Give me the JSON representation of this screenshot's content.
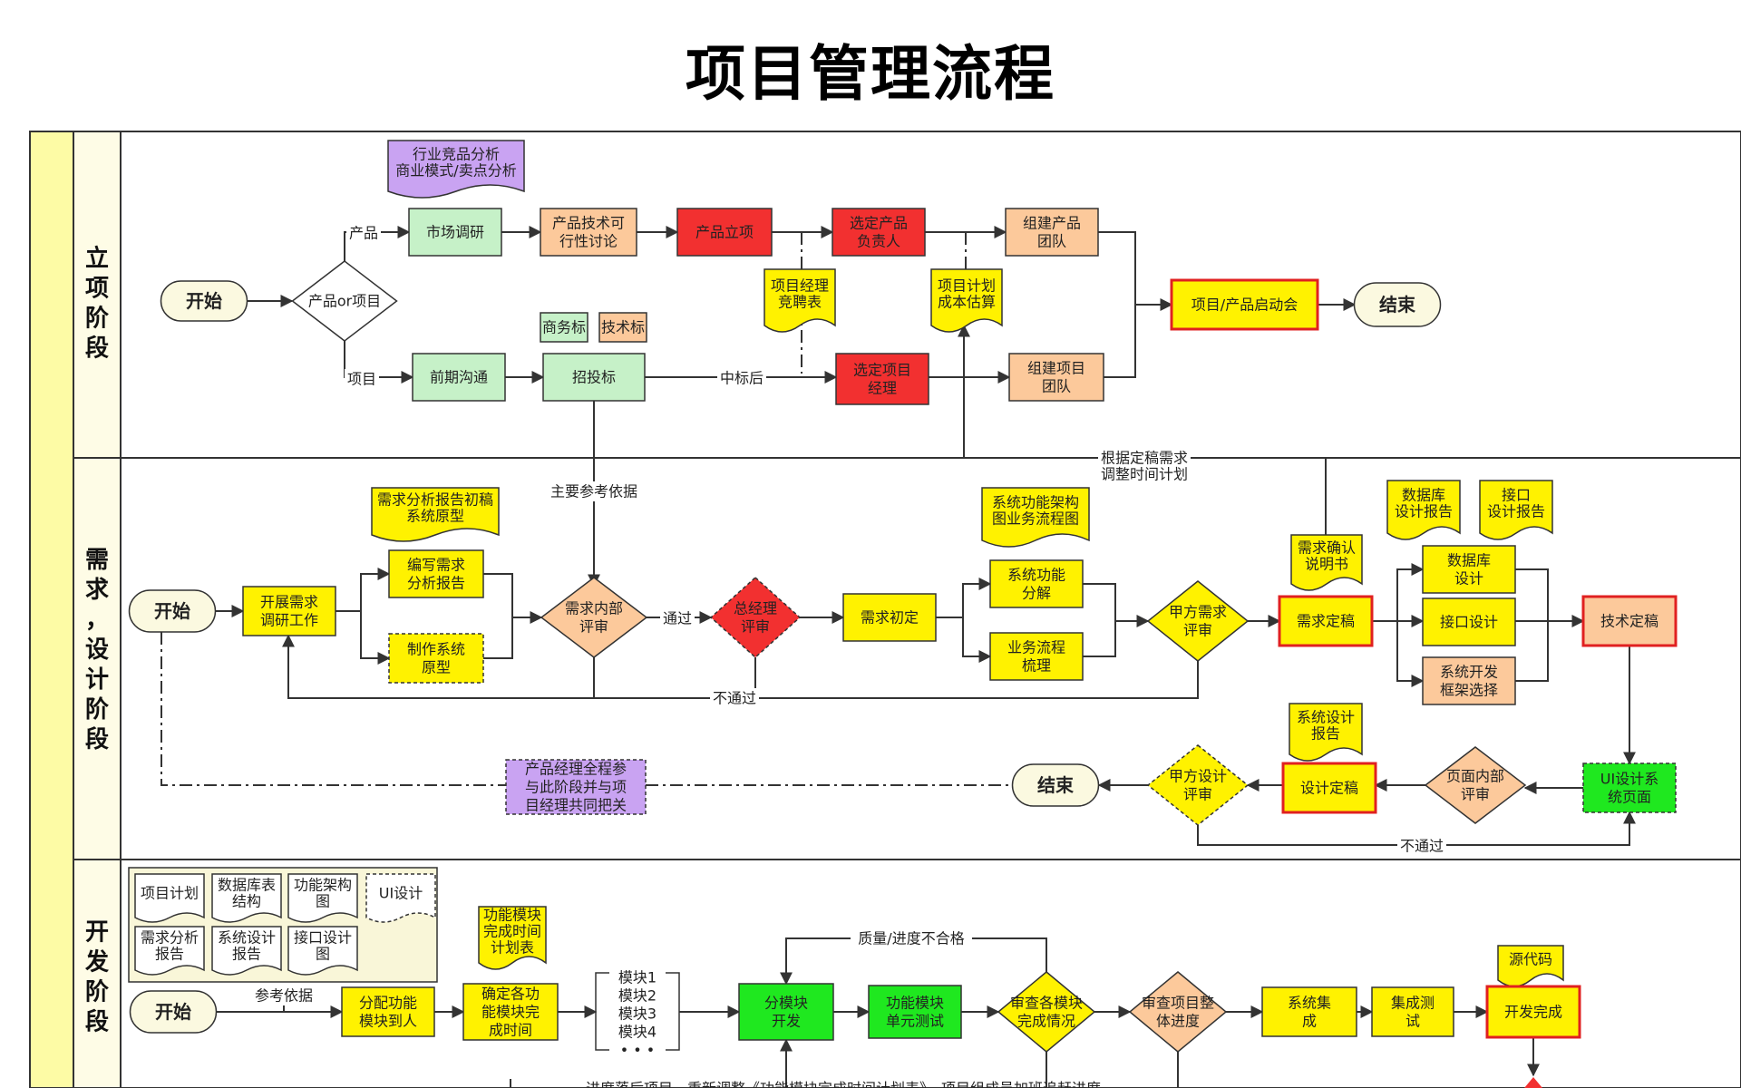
{
  "title": "项目管理流程",
  "lanes": {
    "stage1": [
      "立",
      "项",
      "阶",
      "段"
    ],
    "stage2": [
      "需",
      "求",
      "，",
      "设",
      "计",
      "阶",
      "段"
    ],
    "stage3": [
      "开",
      "发",
      "阶",
      "段"
    ]
  },
  "colors": {
    "green_light": "#c6f1c8",
    "peach": "#fcc99b",
    "red": "#f23030",
    "yellow": "#fff200",
    "purple": "#c9a3f2",
    "bright_green": "#1fe81f",
    "cream": "#fbf9e0",
    "lane_bar": "#fdfba5"
  },
  "s1": {
    "start": "开始",
    "decision": "产品or项目",
    "lbl_product": "产品",
    "lbl_project": "项目",
    "note_analysis": [
      "行业竞品分析",
      "商业模式/卖点分析"
    ],
    "market": "市场调研",
    "feasibility": [
      "产品技术可",
      "行性讨论"
    ],
    "approval": "产品立项",
    "pick_owner": [
      "选定产品",
      "负责人"
    ],
    "build_product_team": [
      "组建产品",
      "团队"
    ],
    "note_pm_bid": [
      "项目经理",
      "竞聘表"
    ],
    "note_plan": [
      "项目计划",
      "成本估算"
    ],
    "pre_comm": "前期沟通",
    "bidding": "招投标",
    "tag_business": "商务标",
    "tag_tech": "技术标",
    "lbl_after_bid": "中标后",
    "pick_pm": [
      "选定项目",
      "经理"
    ],
    "build_project_team": [
      "组建项目",
      "团队"
    ],
    "kickoff": "项目/产品启动会",
    "end": "结束",
    "lbl_main_ref": "主要参考依据",
    "lbl_adjust": [
      "根据定稿需求",
      "调整时间计划"
    ]
  },
  "s2": {
    "start": "开始",
    "research": [
      "开展需求",
      "调研工作"
    ],
    "note_report": [
      "需求分析报告初稿",
      "系统原型"
    ],
    "write_req": [
      "编写需求",
      "分析报告"
    ],
    "make_proto": [
      "制作系统",
      "原型"
    ],
    "internal_review": [
      "需求内部",
      "评审"
    ],
    "lbl_pass": "通过",
    "gm_review": [
      "总经理",
      "评审"
    ],
    "req_draft": "需求初定",
    "note_arch": [
      "系统功能架构",
      "图业务流程图"
    ],
    "func_decomp": [
      "系统功能",
      "分解"
    ],
    "biz_flow": [
      "业务流程",
      "梳理"
    ],
    "client_req_review": [
      "甲方需求",
      "评审"
    ],
    "lbl_fail": "不通过",
    "note_confirm": [
      "需求确认",
      "说明书"
    ],
    "req_final": "需求定稿",
    "note_db": [
      "数据库",
      "设计报告"
    ],
    "note_api": [
      "接口",
      "设计报告"
    ],
    "db_design": [
      "数据库",
      "设计"
    ],
    "api_design": "接口设计",
    "framework": [
      "系统开发",
      "框架选择"
    ],
    "tech_final": "技术定稿",
    "ui_design": [
      "UI设计系",
      "统页面"
    ],
    "page_review": [
      "页面内部",
      "评审"
    ],
    "note_sys_design": [
      "系统设计",
      "报告"
    ],
    "design_final": "设计定稿",
    "client_design_review": [
      "甲方设计",
      "评审"
    ],
    "end": "结束",
    "pm_note": [
      "产品经理全程参",
      "与此阶段并与项",
      "目经理共同把关"
    ],
    "lbl_fail2": "不通过"
  },
  "s3": {
    "docs": [
      [
        "项目计划"
      ],
      [
        "数据库表",
        "结构"
      ],
      [
        "功能架构",
        "图"
      ],
      [
        "UI设计"
      ],
      [
        "需求分析",
        "报告"
      ],
      [
        "系统设计",
        "报告"
      ],
      [
        "接口设计",
        "图"
      ]
    ],
    "start": "开始",
    "lbl_ref": "参考依据",
    "assign": [
      "分配功能",
      "模块到人"
    ],
    "note_schedule": [
      "功能模块",
      "完成时间",
      "计划表"
    ],
    "set_time": [
      "确定各功",
      "能模块完",
      "成时间"
    ],
    "modules": [
      "模块1",
      "模块2",
      "模块3",
      "模块4",
      "• • •"
    ],
    "dev": [
      "分模块",
      "开发"
    ],
    "unit_test": [
      "功能模块",
      "单元测试"
    ],
    "lbl_quality": "质量/进度不合格",
    "check_modules": [
      "审查各模块",
      "完成情况"
    ],
    "check_progress": [
      "审查项目整",
      "体进度"
    ],
    "integrate": [
      "系统集",
      "成"
    ],
    "integ_test": [
      "集成测",
      "试"
    ],
    "note_source": "源代码",
    "done": "开发完成",
    "bottom_note": "进度落后项目，重新调整《功能模块完成时间计划表》，项目组成员加班追赶进度"
  }
}
